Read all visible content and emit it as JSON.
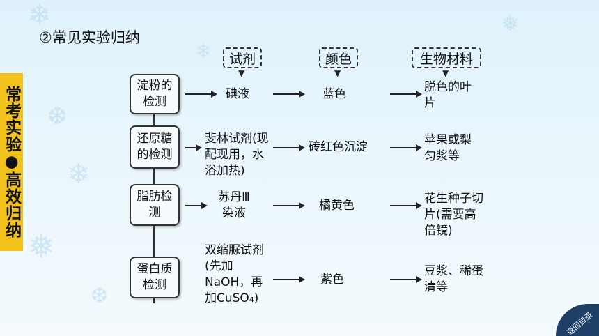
{
  "sidebar": {
    "label": "常考实验●高效归纳"
  },
  "section_title": "②常见实验归纳",
  "headers": {
    "reagent": "试剂",
    "color": "颜色",
    "material": "生物材料"
  },
  "rows": [
    {
      "method": "淀粉的检测",
      "reagent": "碘液",
      "color": "蓝色",
      "material": "脱色的叶片"
    },
    {
      "method": "还原糖的检测",
      "reagent": "斐林试剂(现配现用，水浴加热)",
      "color": "砖红色沉淀",
      "material": "苹果或梨匀浆等"
    },
    {
      "method": "脂肪检测",
      "reagent": "苏丹Ⅲ染液",
      "color": "橘黄色",
      "material": "花生种子切片(需要高倍镜)"
    },
    {
      "method": "蛋白质检测",
      "reagent": "双缩脲试剂(先加NaOH，再加CuSO₄)",
      "color": "紫色",
      "material": "豆浆、稀蛋清等"
    }
  ],
  "corner_button": {
    "label": "返回目录",
    "icon": "return-catalog-icon"
  },
  "colors": {
    "sidebar": "#f2c21c",
    "corner": "#1e3f66"
  }
}
